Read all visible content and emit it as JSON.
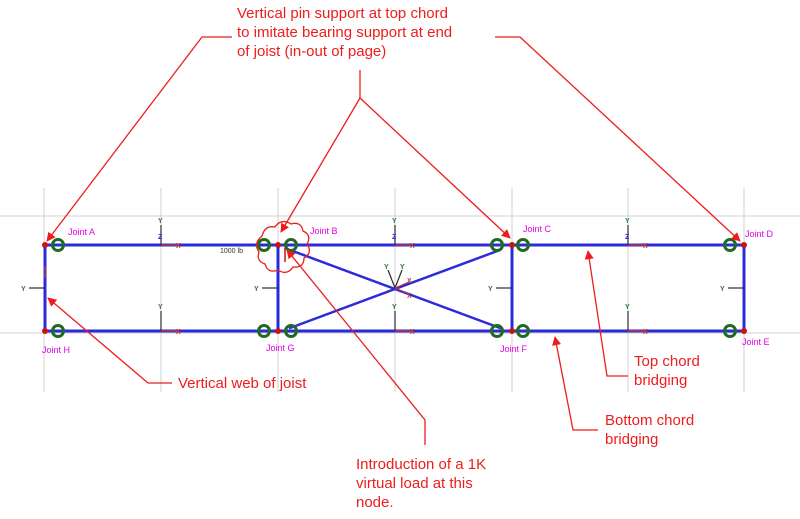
{
  "annotations": {
    "pin_support": [
      "Vertical pin support at top chord",
      "to imitate bearing support at end",
      "of joist (in-out of page)"
    ],
    "virtual_load": [
      "Introduction of a 1K",
      "virtual load at this",
      "node."
    ],
    "vertical_web": "Vertical web of joist",
    "top_bridging": [
      "Top chord",
      "bridging"
    ],
    "bottom_bridging": [
      "Bottom chord",
      "bridging"
    ]
  },
  "joints": {
    "A": "Joint A",
    "B": "Joint B",
    "C": "Joint C",
    "D": "Joint D",
    "E": "Joint E",
    "F": "Joint F",
    "G": "Joint G",
    "H": "Joint H"
  },
  "load_label": "1000 lb",
  "axis_labels": {
    "y": "Y",
    "z": "Z",
    "x": "X"
  },
  "colors": {
    "annotation": "#ee1c1c",
    "member": "#2b2bdc",
    "joint_label": "#e600e6",
    "support_circle": "#1f6b1f",
    "grid": "#cccccc"
  }
}
